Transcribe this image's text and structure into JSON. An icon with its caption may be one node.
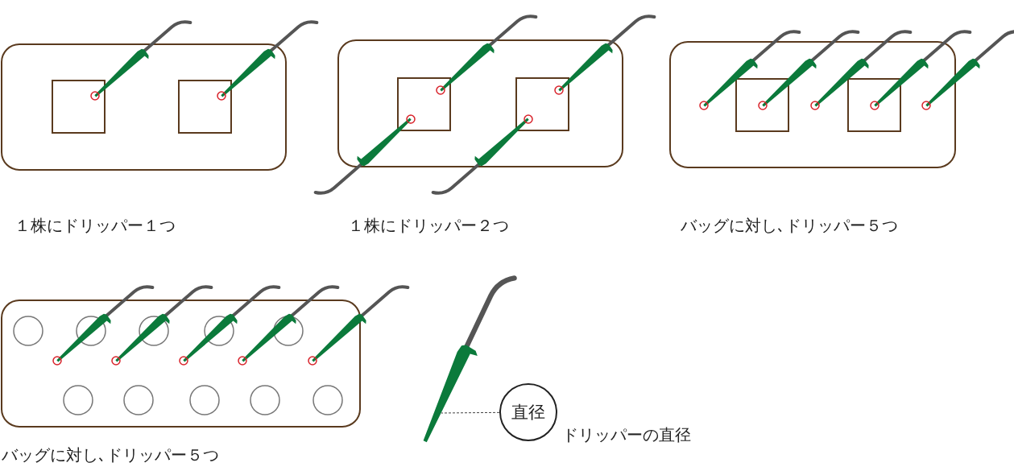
{
  "diagram": {
    "nodes": [
      {
        "text": [
          "直径"
        ],
        "beside": [
          "ドリッパーの直径"
        ]
      },
      {
        "text": [],
        "shape": "picture"
      }
    ],
    "edges": [
      {
        "from": 0,
        "to": 1,
        "arrow": "none",
        "style": "dashed"
      }
    ],
    "labels": [
      "１株にドリッパー１つ",
      "１株にドリッパー２つ",
      "バッグに対し､ドリッパー５つ",
      "バッグに対し､ドリッパー５つ"
    ]
  }
}
